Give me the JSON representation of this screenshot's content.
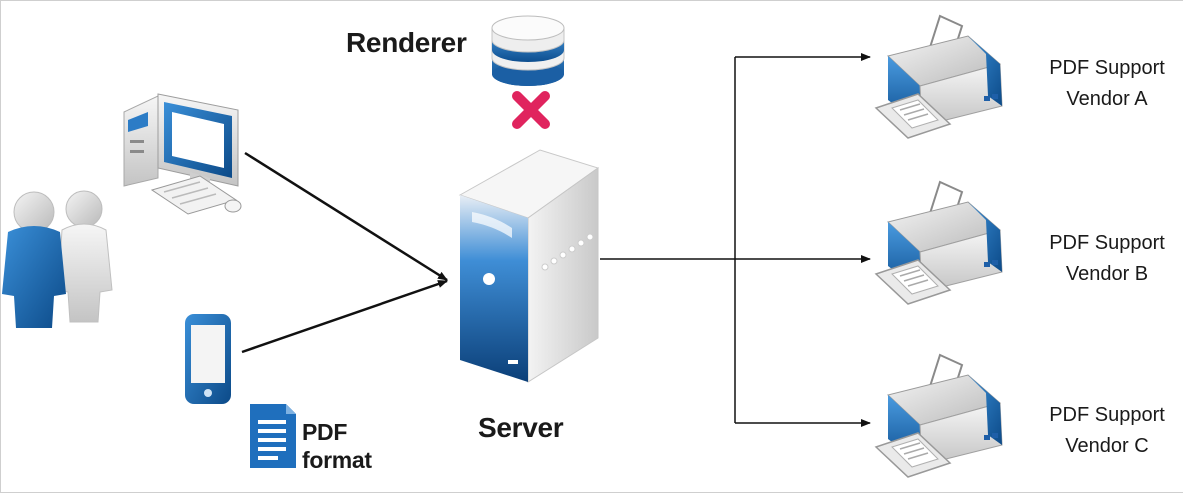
{
  "labels": {
    "renderer": "Renderer",
    "server": "Server",
    "pdf_line1": "PDF",
    "pdf_line2": "format"
  },
  "vendors": [
    {
      "line1": "PDF Support",
      "line2": "Vendor A"
    },
    {
      "line1": "PDF Support",
      "line2": "Vendor B"
    },
    {
      "line1": "PDF Support",
      "line2": "Vendor C"
    }
  ],
  "icons": {
    "users": "users-icon",
    "desktop": "desktop-computer-icon",
    "mobile": "smartphone-icon",
    "document": "pdf-document-icon",
    "renderer": "database-icon",
    "blocked": "red-x-icon",
    "server": "server-tower-icon",
    "printer": "printer-icon"
  },
  "colors": {
    "blue": "#1e73be",
    "dark_blue": "#0f4f8c",
    "red_x": "#e0245e",
    "arrow": "#111111"
  }
}
